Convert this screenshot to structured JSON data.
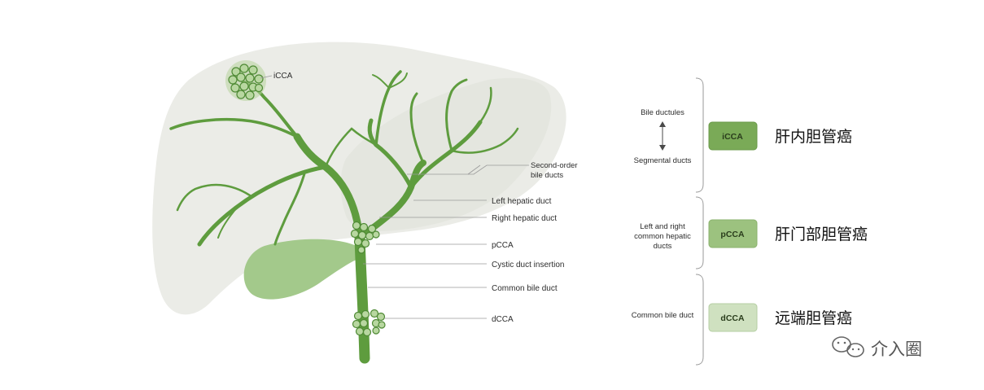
{
  "liver_labels": {
    "icca": "iCCA",
    "second_order_line1": "Second-order",
    "second_order_line2": "bile ducts",
    "left_hepatic": "Left hepatic duct",
    "right_hepatic": "Right hepatic duct",
    "pcca": "pCCA",
    "cystic": "Cystic duct insertion",
    "common_bile": "Common bile duct",
    "dcca": "dCCA"
  },
  "classification": {
    "icca": {
      "top_label": "Bile ductules",
      "bottom_label": "Segmental ducts",
      "box": "iCCA",
      "box_color": "#7aaa57",
      "chinese": "肝内胆管癌"
    },
    "pcca": {
      "label_line1": "Left and right",
      "label_line2": "common hepatic",
      "label_line3": "ducts",
      "box": "pCCA",
      "box_color": "#9cc27f",
      "chinese": "肝门部胆管癌"
    },
    "dcca": {
      "label": "Common bile duct",
      "box": "dCCA",
      "box_color": "#cfe1c0",
      "chinese": "远端胆管癌"
    }
  },
  "watermark": "介入圈",
  "colors": {
    "liver": "#ebece7",
    "duct": "#5e9c3e",
    "gallbladder": "#a3c98b",
    "leader": "#9a9a9a"
  }
}
